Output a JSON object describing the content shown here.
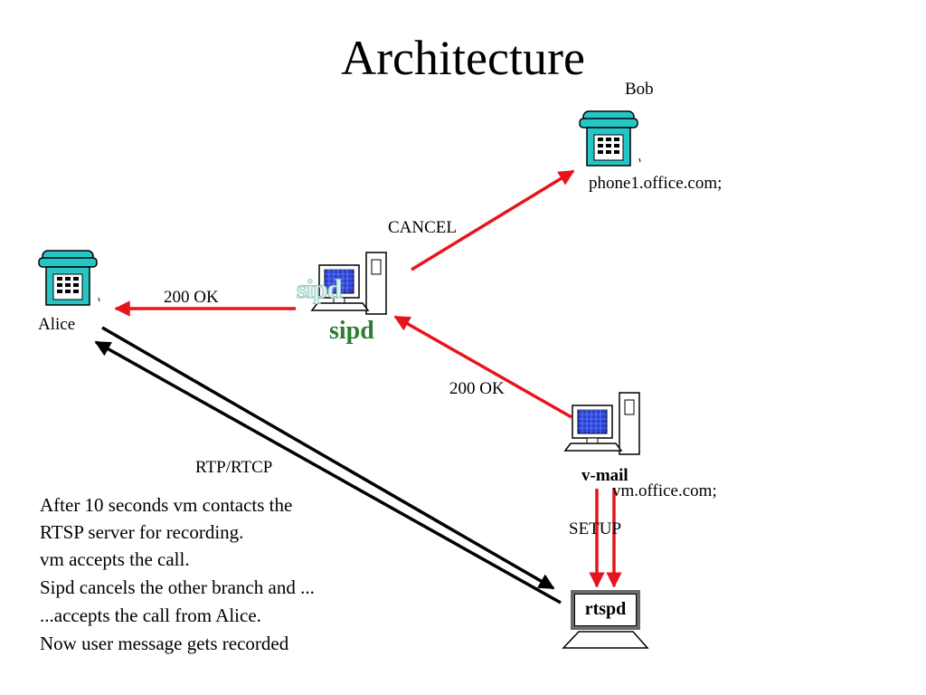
{
  "title": "Architecture",
  "nodes": {
    "bob": {
      "name": "Bob",
      "address": "phone1.office.com;"
    },
    "alice": {
      "name": "Alice"
    },
    "proxy": {
      "name": "sipd"
    },
    "vmail": {
      "name": "v-mail",
      "address": "vm.office.com;"
    },
    "media": {
      "name": "rtspd"
    }
  },
  "messages": {
    "cancel": "CANCEL",
    "ok_to_alice": "200 OK",
    "ok_from_vm": "200 OK",
    "rtp": "RTP/RTCP",
    "setup": "SETUP"
  },
  "notes": [
    "After 10 seconds vm contacts the",
    "RTSP server for recording.",
    "vm accepts the call.",
    "Sipd cancels the other branch and ...",
    "...accepts the call from Alice.",
    "Now user message gets recorded"
  ],
  "colors": {
    "arrow_red": "#e8141c",
    "arrow_black": "#000000",
    "phone_body": "#26c6c6",
    "screen_blue": "#2a3fd6",
    "sipd_green": "#2e7d32"
  }
}
